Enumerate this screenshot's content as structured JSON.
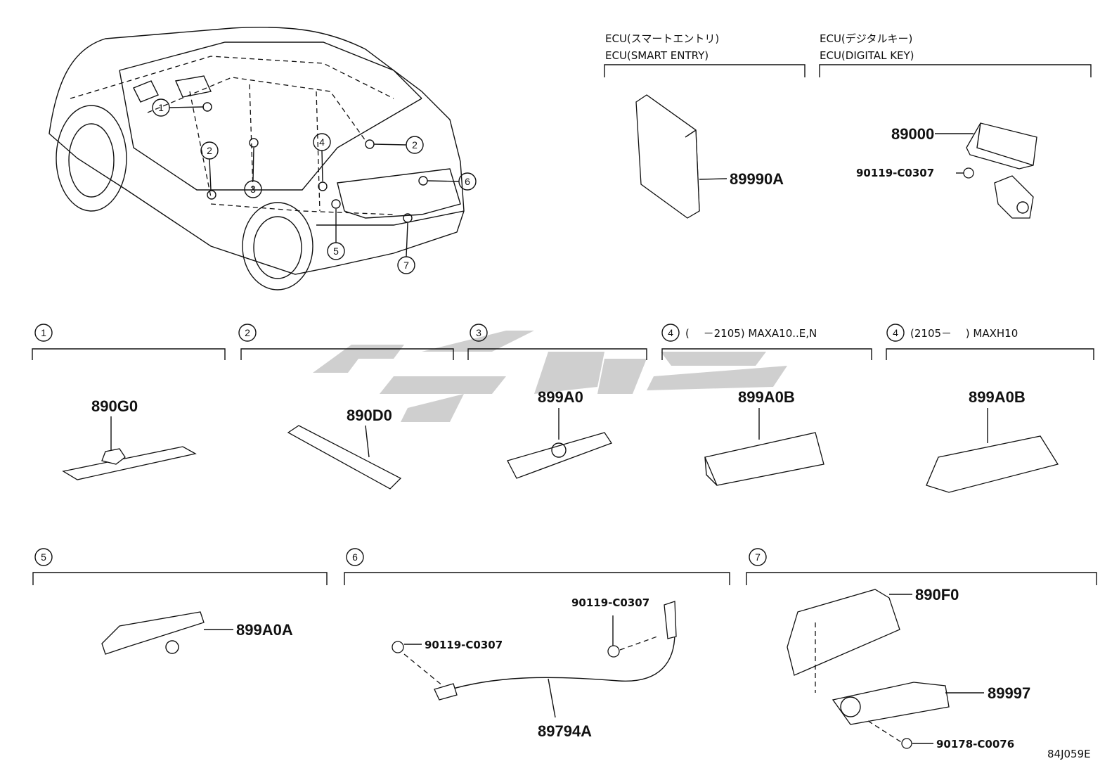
{
  "ecu_groups": [
    {
      "jp": "ECU(スマートエントリ)",
      "en": "ECU(SMART ENTRY)"
    },
    {
      "jp": "ECU(デジタルキー)",
      "en": "ECU(DIGITAL KEY)"
    }
  ],
  "car_callouts": [
    "1",
    "2",
    "2",
    "3",
    "4",
    "5",
    "6",
    "7"
  ],
  "sections": [
    {
      "num": "1",
      "note": ""
    },
    {
      "num": "2",
      "note": ""
    },
    {
      "num": "3",
      "note": ""
    },
    {
      "num": "4",
      "note": "(　 －2105) MAXA10..E,N"
    },
    {
      "num": "4",
      "note": "(2105－　 ) MAXH10"
    },
    {
      "num": "5",
      "note": ""
    },
    {
      "num": "6",
      "note": ""
    },
    {
      "num": "7",
      "note": ""
    }
  ],
  "parts": {
    "p89990A": "89990A",
    "p89000": "89000",
    "p90119_ecu": "90119-C0307",
    "p890G0": "890G0",
    "p890D0": "890D0",
    "p899A0": "899A0",
    "p899A0B_a": "899A0B",
    "p899A0B_b": "899A0B",
    "p899A0A": "899A0A",
    "p90119_a": "90119-C0307",
    "p90119_b": "90119-C0307",
    "p89794A": "89794A",
    "p890F0": "890F0",
    "p89997": "89997",
    "p90178": "90178-C0076"
  },
  "diagram_code": "84J059E"
}
